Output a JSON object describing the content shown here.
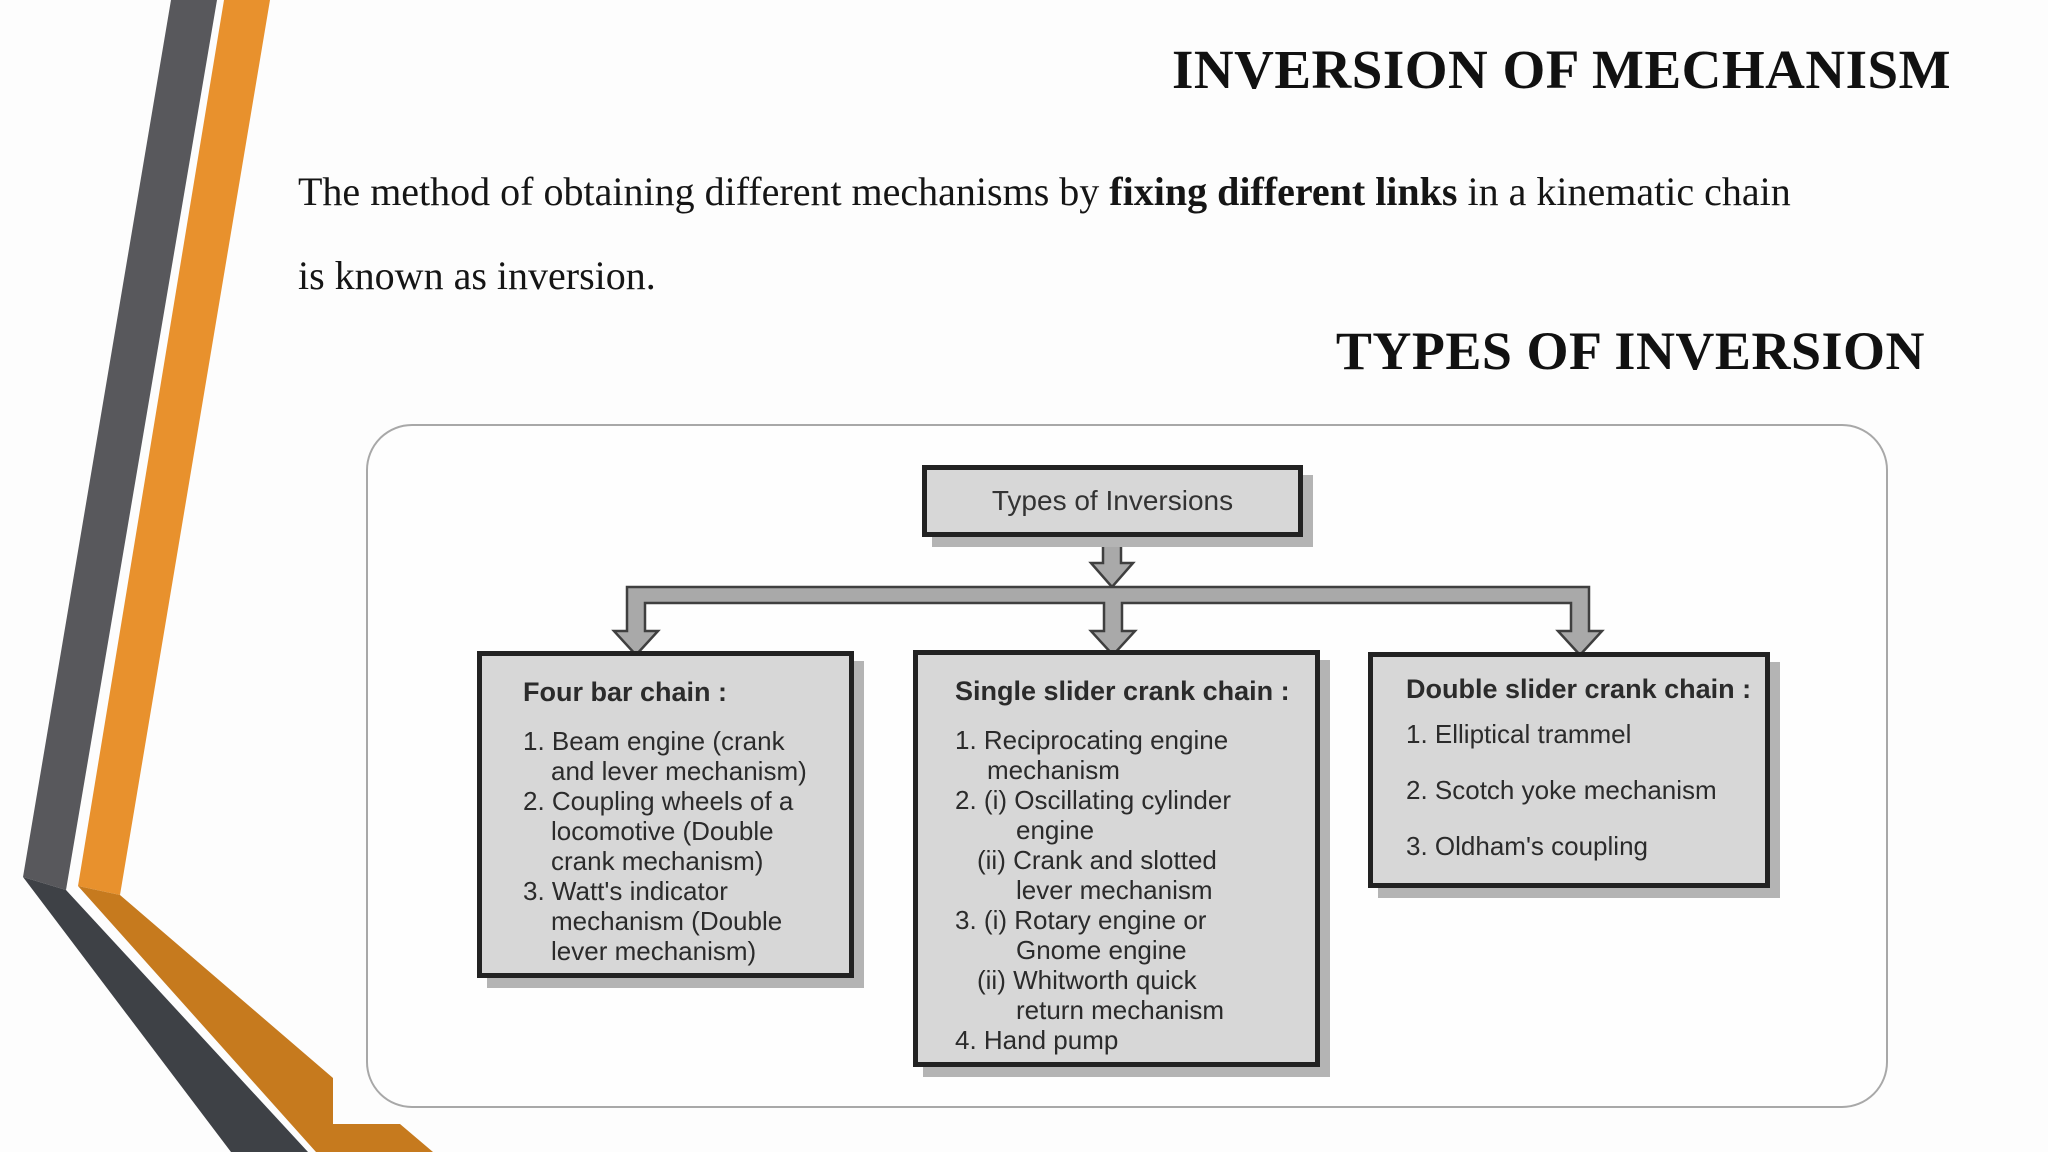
{
  "slide": {
    "title": "INVERSION OF MECHANISM",
    "subtitle": "TYPES OF INVERSION",
    "paragraph": {
      "line1_normal1": "The method of obtaining different mechanisms by ",
      "line1_bold": "fixing different links",
      "line1_normal2": " in a kinematic chain",
      "line2": "is known as inversion."
    },
    "flowchart": {
      "root_label": "Types of Inversions",
      "boxes": [
        {
          "title": "Four bar chain :",
          "lines": [
            {
              "lv": 0,
              "t": "1. Beam engine (crank"
            },
            {
              "lv": 1,
              "t": "and lever mechanism)"
            },
            {
              "lv": 0,
              "t": "2. Coupling wheels of a"
            },
            {
              "lv": 1,
              "t": "locomotive (Double"
            },
            {
              "lv": 1,
              "t": "crank mechanism)"
            },
            {
              "lv": 0,
              "t": "3. Watt's indicator"
            },
            {
              "lv": 1,
              "t": "mechanism (Double"
            },
            {
              "lv": 1,
              "t": "lever mechanism)"
            }
          ]
        },
        {
          "title": "Single slider crank chain :",
          "lines": [
            {
              "lv": 0,
              "t": "1. Reciprocating engine"
            },
            {
              "lv": 1,
              "t": "mechanism"
            },
            {
              "lv": 0,
              "t": "2. (i) Oscillating cylinder"
            },
            {
              "lv": 2,
              "t": "engine"
            },
            {
              "lv": 3,
              "t": "(ii) Crank and slotted"
            },
            {
              "lv": 2,
              "t": "lever mechanism"
            },
            {
              "lv": 0,
              "t": "3. (i) Rotary engine or"
            },
            {
              "lv": 2,
              "t": "Gnome engine"
            },
            {
              "lv": 3,
              "t": "(ii) Whitworth quick"
            },
            {
              "lv": 2,
              "t": "return mechanism"
            },
            {
              "lv": 0,
              "t": "4. Hand pump"
            }
          ]
        },
        {
          "title": "Double slider crank chain :",
          "lines": [
            {
              "lv": 0,
              "t": "1. Elliptical trammel"
            },
            {
              "lv": 0,
              "t": "2. Scotch yoke mechanism"
            },
            {
              "lv": 0,
              "t": "3. Oldham's coupling"
            }
          ]
        }
      ]
    },
    "colors": {
      "accent_orange": "#e8912d",
      "accent_orange_dark": "#c67a1e",
      "stripe_gray": "#58585c",
      "stripe_gray_dark": "#3e4146",
      "box_fill": "#d7d7d7",
      "box_border": "#222222",
      "box_shadow": "#b4b4b4",
      "arrow_fill": "#a9a9a9",
      "arrow_stroke": "#3f3f3f",
      "container_border": "#a8a8a8"
    }
  }
}
